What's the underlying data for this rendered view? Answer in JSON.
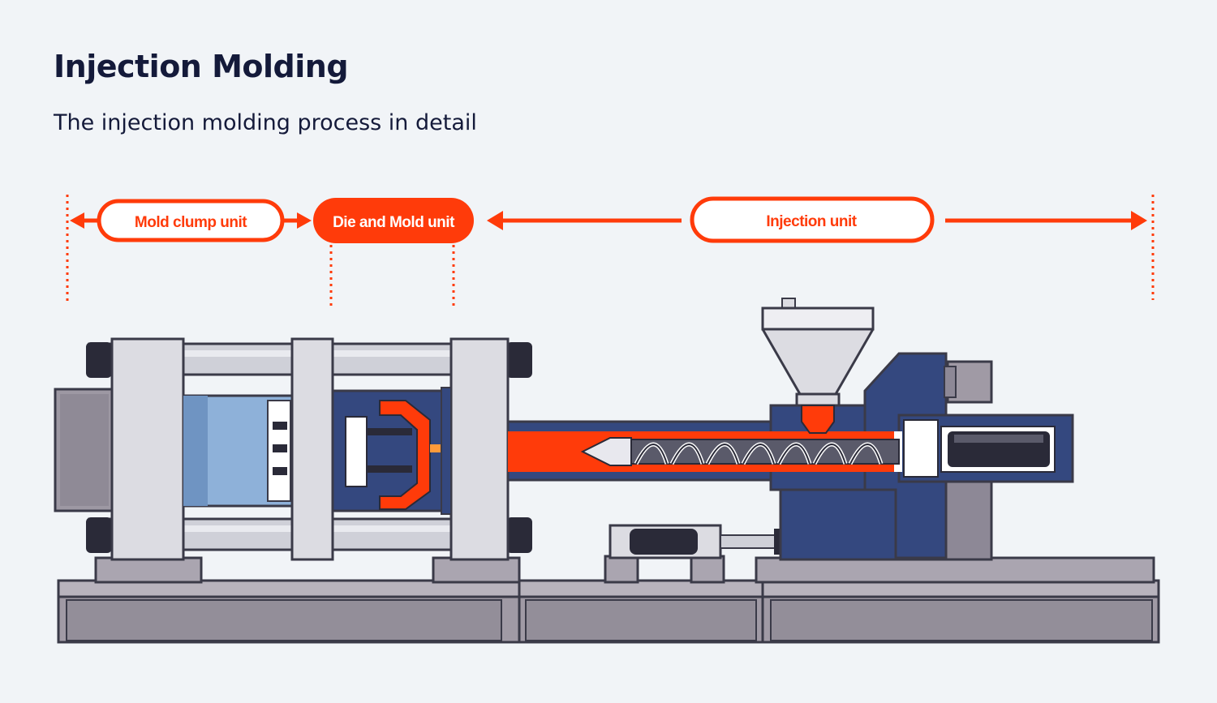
{
  "header": {
    "title": "Injection Molding",
    "subtitle": "The injection molding process in detail"
  },
  "labels": {
    "mold_clamp_unit": "Mold clump unit",
    "die_and_mold_unit": "Die and Mold unit",
    "injection_unit": "Injection unit"
  },
  "colors": {
    "accent_red": "#ff3b0a",
    "machine_navy": "#34487f",
    "machine_grey": "#9c97a2",
    "platen_light": "#dcdce2"
  }
}
